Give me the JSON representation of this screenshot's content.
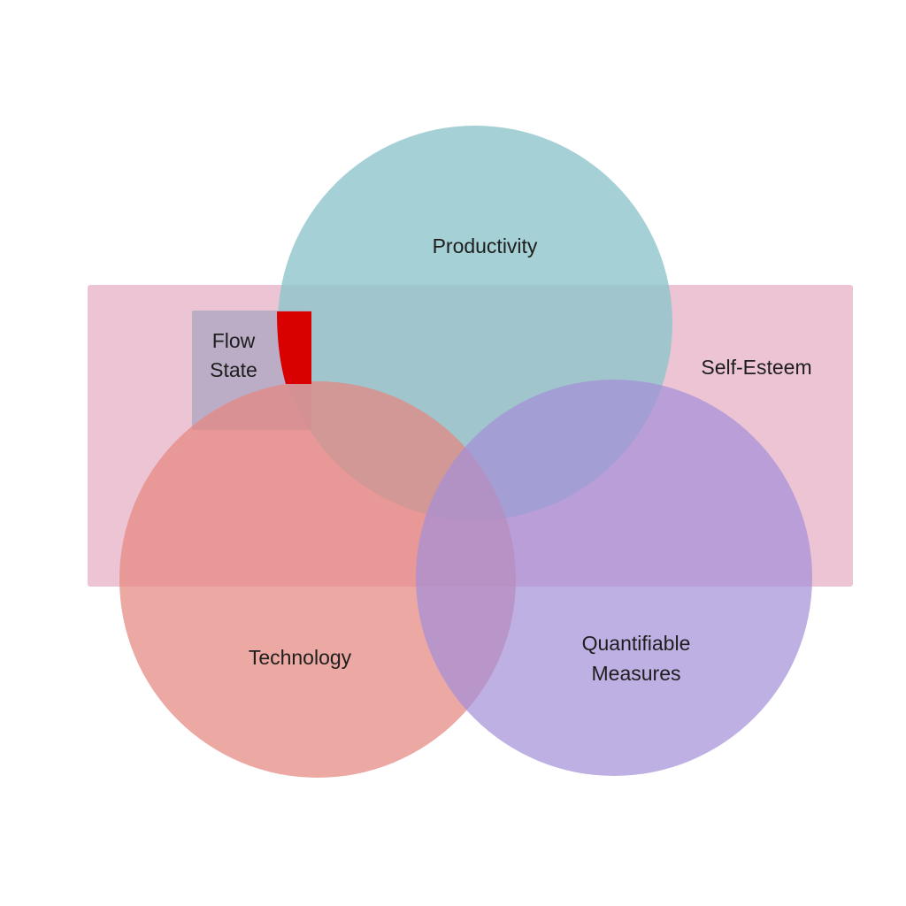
{
  "diagram": {
    "sets": [
      {
        "id": "productivity",
        "label": "Productivity",
        "color": "#93c9cf"
      },
      {
        "id": "self-esteem",
        "label": "Self-Esteem",
        "color": "#e7b3c6"
      },
      {
        "id": "technology",
        "label": "Technology",
        "color": "#e48982"
      },
      {
        "id": "quantifiable-measures",
        "label_lines": [
          "Quantifiable",
          "Measures"
        ],
        "color": "#a892d9"
      },
      {
        "id": "flow-state",
        "label_lines": [
          "Flow",
          "State"
        ],
        "color": "#b4abc6"
      }
    ],
    "highlight": {
      "color": "#d90000"
    }
  }
}
